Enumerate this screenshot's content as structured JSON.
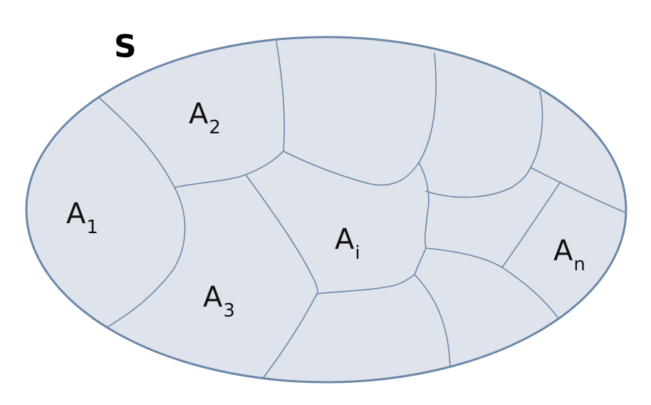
{
  "diagram": {
    "set_label": "S",
    "regions": [
      {
        "id": "a1",
        "base": "A",
        "sub": "1"
      },
      {
        "id": "a2",
        "base": "A",
        "sub": "2"
      },
      {
        "id": "a3",
        "base": "A",
        "sub": "3"
      },
      {
        "id": "ai",
        "base": "A",
        "sub": "i"
      },
      {
        "id": "an",
        "base": "A",
        "sub": "n"
      }
    ],
    "colors": {
      "fill": "#dfe3ec",
      "stroke": "#6a87a8"
    }
  }
}
